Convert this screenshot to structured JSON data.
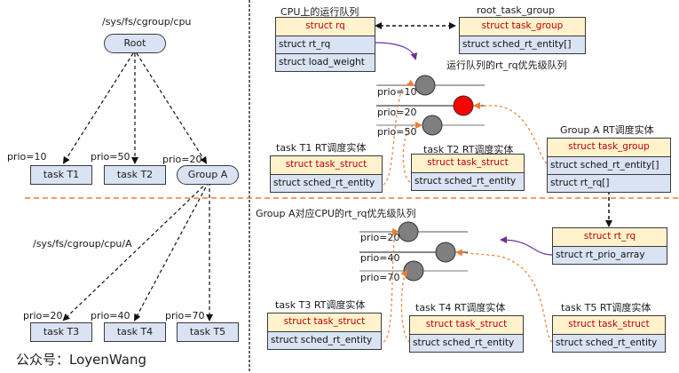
{
  "left_tree": {
    "root_path": "/sys/fs/cgroup/cpu",
    "root_label": "Root",
    "level1": [
      {
        "prio": "prio=10",
        "label": "task T1",
        "shape": "rect"
      },
      {
        "prio": "prio=50",
        "label": "task T2",
        "shape": "rect"
      },
      {
        "prio": "prio=20",
        "label": "Group A",
        "shape": "rounded"
      }
    ],
    "group_path": "/sys/fs/cgroup/cpu/A",
    "level2": [
      {
        "prio": "prio=20",
        "label": "task T3"
      },
      {
        "prio": "prio=40",
        "label": "task T4"
      },
      {
        "prio": "prio=70",
        "label": "task T5"
      }
    ],
    "watermark": "公众号：LoyenWang"
  },
  "cpu_rq": {
    "title": "CPU上的运行队列",
    "header": "struct rq",
    "fields": [
      "struct rt_rq",
      "struct load_weight"
    ]
  },
  "root_task_group": {
    "title": "root_task_group",
    "header": "struct task_group",
    "fields": [
      "struct sched_rt_entity[]"
    ]
  },
  "top_queue": {
    "title": "运行队列的rt_rq优先级队列",
    "levels": [
      {
        "prio": "prio=10",
        "highlighted": false
      },
      {
        "prio": "prio=20",
        "highlighted": true
      },
      {
        "prio": "prio=50",
        "highlighted": false
      }
    ]
  },
  "t1_entity": {
    "title": "task T1 RT调度实体",
    "header": "struct task_struct",
    "fields": [
      "struct sched_rt_entity"
    ]
  },
  "t2_entity": {
    "title": "task T2 RT调度实体",
    "header": "struct task_struct",
    "fields": [
      "struct sched_rt_entity"
    ]
  },
  "groupA_entity": {
    "title": "Group A RT调度实体",
    "header": "struct task_group",
    "fields": [
      "struct sched_rt_entity[]",
      "struct rt_rq[]"
    ]
  },
  "groupA_rt_rq": {
    "header": "struct rt_rq",
    "fields": [
      "struct rt_prio_array"
    ]
  },
  "bottom_queue": {
    "title": "Group A对应CPU的rt_rq优先级队列",
    "levels": [
      {
        "prio": "prio=20",
        "highlighted": false
      },
      {
        "prio": "prio=40",
        "highlighted": false
      },
      {
        "prio": "prio=70",
        "highlighted": false
      }
    ]
  },
  "t3_entity": {
    "title": "task T3 RT调度实体",
    "header": "struct task_struct",
    "fields": [
      "struct sched_rt_entity"
    ]
  },
  "t4_entity": {
    "title": "task T4 RT调度实体",
    "header": "struct task_struct",
    "fields": [
      "struct sched_rt_entity"
    ]
  },
  "t5_entity": {
    "title": "task T5 RT调度实体",
    "header": "struct task_struct",
    "fields": [
      "struct sched_rt_entity"
    ]
  },
  "colors": {
    "node_fill": "#dae3f3",
    "header_fill": "#fff2cc",
    "header_text": "#c00000",
    "orange_link": "#ed7d31",
    "purple_link": "#7030a0",
    "queue_node": "#7f7f7f",
    "queue_node_active": "#ff0000"
  }
}
